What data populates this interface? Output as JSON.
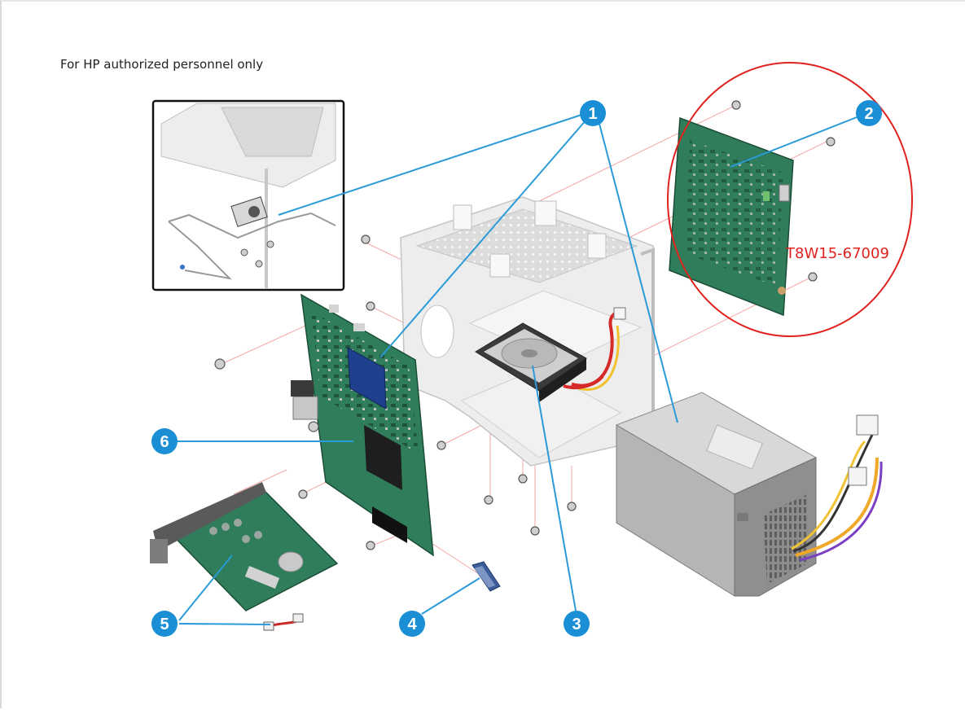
{
  "header": {
    "note": "For HP authorized personnel only"
  },
  "highlight": {
    "part_number": "T8W15-67009",
    "color": "#e0221e"
  },
  "callouts": [
    {
      "id": "1",
      "label": "1"
    },
    {
      "id": "2",
      "label": "2"
    },
    {
      "id": "3",
      "label": "3"
    },
    {
      "id": "4",
      "label": "4"
    },
    {
      "id": "5",
      "label": "5"
    },
    {
      "id": "6",
      "label": "6"
    }
  ],
  "colors": {
    "callout": "#1a8fd6",
    "leader": "#2a9bd8",
    "board": "#2f7d5a",
    "chassis": "#e3e3e3",
    "psu": "#9b9b9b",
    "guide": "#f0a0a0"
  }
}
